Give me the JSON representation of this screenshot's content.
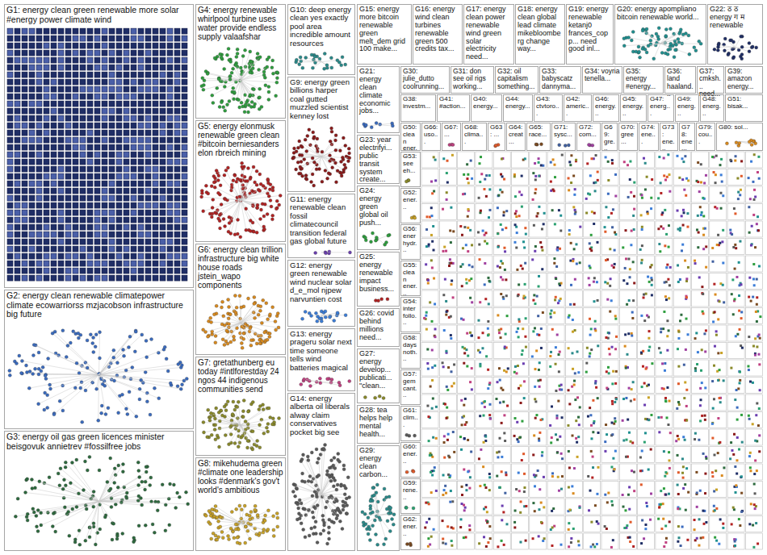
{
  "diagram": {
    "nodes": [
      {
        "text": [
          "G1: energy clean green renewable more solar #energy power climate wind"
        ]
      },
      {
        "text": [
          "G2: energy clean renewable climatepower climate ecowarriorss mzjacobson infrastructure big future"
        ]
      },
      {
        "text": [
          "G3: energy oil gas green licences minister beisgovuk annietrev #fossilfree jobs"
        ]
      },
      {
        "text": [
          "G4: energy renewable whirlpool turbine uses water provide endless supply valaafshar"
        ]
      },
      {
        "text": [
          "G5: energy elonmusk renewable green clean #bitcoin berniesanders elon rbreich mining"
        ]
      },
      {
        "text": [
          "G6: energy clean trillion infrastructure big white house roads jstein_wapo components"
        ]
      },
      {
        "text": [
          "G7: gretathunberg eu today #intlforestday 24 ngos 44 indigenous communities send"
        ]
      },
      {
        "text": [
          "G8: mikehudema green #climate one leadership looks #denmark's gov't world's ambitious"
        ]
      },
      {
        "text": [
          "G10: deep energy clean yes exactly pool area incredible amount resources"
        ]
      },
      {
        "text": [
          "G9: energy green billions harper coal gutted muzzled scientist kenney lost"
        ]
      },
      {
        "text": [
          "G11: energy renewable clean fossil climatecouncil transition federal gas global future"
        ]
      },
      {
        "text": [
          "G12: energy green renewable wind nuclear solar d_e_mol njpew narvuntien cost"
        ]
      },
      {
        "text": [
          "G13: energy prageru solar next time someone tells wind batteries magical"
        ]
      },
      {
        "text": [
          "G14: energy alberta oil liberals alway claim conservatives pocket big see"
        ]
      },
      {
        "text": [
          "G15: energy more bitcoin renewable green melt_dem grid 100 make..."
        ]
      },
      {
        "text": [
          "G16: energy wind clean turbines renewable green 500 credits tax..."
        ]
      },
      {
        "text": [
          "G17: energy clean power renewable wind green solar electricity need..."
        ]
      },
      {
        "text": [
          "G18: energy clean global lead climate mikebloomberg change way..."
        ]
      },
      {
        "text": [
          "G19: energy renewable ketanj0 frances_copp... need good inl..."
        ]
      },
      {
        "text": [
          "G20: energy apompliano bitcoin renewable world..."
        ]
      },
      {
        "text": [
          "G22: ठ ठ energy ग म renewable"
        ]
      },
      {
        "text": [
          "G21: energy clean climate economic jobs..."
        ]
      },
      {
        "text": [
          "G23: year electrifyi... public transit system create..."
        ]
      },
      {
        "text": [
          "G24: energy green global oil push..."
        ]
      },
      {
        "text": [
          "G25: energy renewable impact business..."
        ]
      },
      {
        "text": [
          "G26: covid behind millions need..."
        ]
      },
      {
        "text": [
          "G27: energy develop... publicati... \"clean..."
        ]
      },
      {
        "text": [
          "G28: tea helps help mental health..."
        ]
      },
      {
        "text": [
          "G29: energy clean carbon..."
        ]
      },
      {
        "text": [
          "G30: julie_dutto coolrunning..."
        ]
      },
      {
        "text": [
          "G31: don see oil rigs working..."
        ]
      },
      {
        "text": [
          "G32: oil capitalism something..."
        ]
      },
      {
        "text": [
          "G33: babyscatz dannyma..."
        ]
      },
      {
        "text": [
          "G34: voyria tenella..."
        ]
      },
      {
        "text": [
          "G35: energy #energy..."
        ]
      },
      {
        "text": [
          "G36: land haaland..."
        ]
      },
      {
        "text": [
          "G37: cmksh... need..."
        ]
      },
      {
        "text": [
          "G39: amazon energy..."
        ]
      },
      {
        "text": [
          "G38: investm..."
        ]
      },
      {
        "text": [
          "G41: #action..."
        ]
      },
      {
        "text": [
          "G40: energy..."
        ]
      },
      {
        "text": [
          "G44: energy..."
        ]
      },
      {
        "text": [
          "G43: ctvtoro..."
        ]
      },
      {
        "text": [
          "G42: americ..."
        ]
      },
      {
        "text": [
          "G46: energy..."
        ]
      },
      {
        "text": [
          "G45: energy..."
        ]
      },
      {
        "text": [
          "G47: energ..."
        ]
      },
      {
        "text": [
          "G49: energ..."
        ]
      },
      {
        "text": [
          "G48: energ..."
        ]
      },
      {
        "text": [
          "G51: bisak..."
        ]
      },
      {
        "text": [
          "G50: clean ener..."
        ]
      },
      {
        "text": [
          "G66: uso..."
        ]
      },
      {
        "text": [
          "G67: ..."
        ]
      },
      {
        "text": [
          "G68: clima..."
        ]
      },
      {
        "text": [
          "G63: ..."
        ]
      },
      {
        "text": [
          "G64: creat..."
        ]
      },
      {
        "text": [
          "G65: race..."
        ]
      },
      {
        "text": [
          "G71: sysc..."
        ]
      },
      {
        "text": [
          "G72: com..."
        ]
      },
      {
        "text": [
          "G69: gre..."
        ]
      },
      {
        "text": [
          "G70: gree..."
        ]
      },
      {
        "text": [
          "G74: ene..."
        ]
      },
      {
        "text": [
          "G73: ene..."
        ]
      },
      {
        "text": [
          "G78: ene..."
        ]
      },
      {
        "text": [
          "G79: cou..."
        ]
      },
      {
        "text": [
          "G80: sol..."
        ]
      },
      {
        "text": [
          "G53: see eh..."
        ]
      },
      {
        "text": [
          "G52: ener..."
        ]
      },
      {
        "text": [
          "G56: ener hydr..."
        ]
      },
      {
        "text": [
          "G55: clean ener..."
        ]
      },
      {
        "text": [
          "G54: inter follo..."
        ]
      },
      {
        "text": [
          "G58: days noth..."
        ]
      },
      {
        "text": [
          "G57: gem cant..."
        ]
      },
      {
        "text": [
          "G61: clim..."
        ]
      },
      {
        "text": [
          "G60: ener..."
        ]
      },
      {
        "text": [
          "G59: rene..."
        ]
      },
      {
        "text": [
          "G62: ener..."
        ]
      }
    ]
  }
}
